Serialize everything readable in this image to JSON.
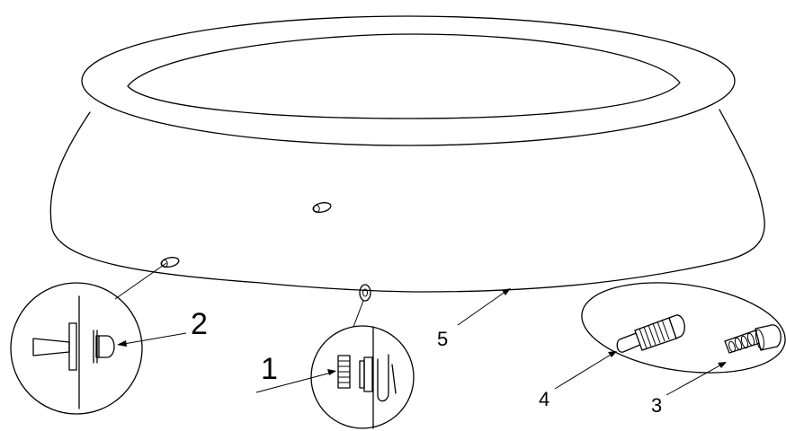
{
  "labels": {
    "part1": "1",
    "part2": "2",
    "part3": "3",
    "part4": "4",
    "part5": "5"
  },
  "colors": {
    "line": "#000000",
    "background": "#ffffff"
  }
}
